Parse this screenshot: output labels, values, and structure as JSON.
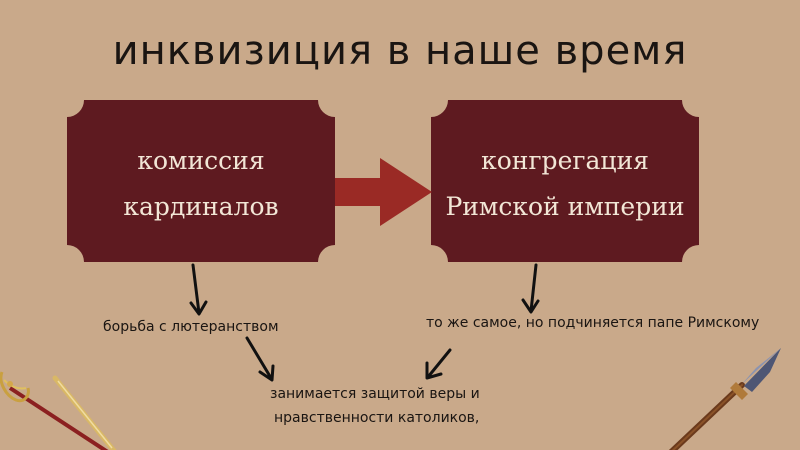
{
  "title": "инквизиция в наше время",
  "boxes": {
    "left": {
      "line1": "комиссия",
      "line2": "кардиналов"
    },
    "right": {
      "line1": "конгрегация",
      "line2": "Римской империи"
    }
  },
  "notes": {
    "left": "борьба с лютеранством",
    "right": "то же самое, но подчиняется папе Римскому",
    "bottom_line1": "занимается защитой веры и",
    "bottom_line2": "нравственности католиков,"
  },
  "colors": {
    "background": "#c9a98a",
    "box": "#5e1a20",
    "arrow": "#9a2a25",
    "text_light": "#f2e6d6"
  }
}
